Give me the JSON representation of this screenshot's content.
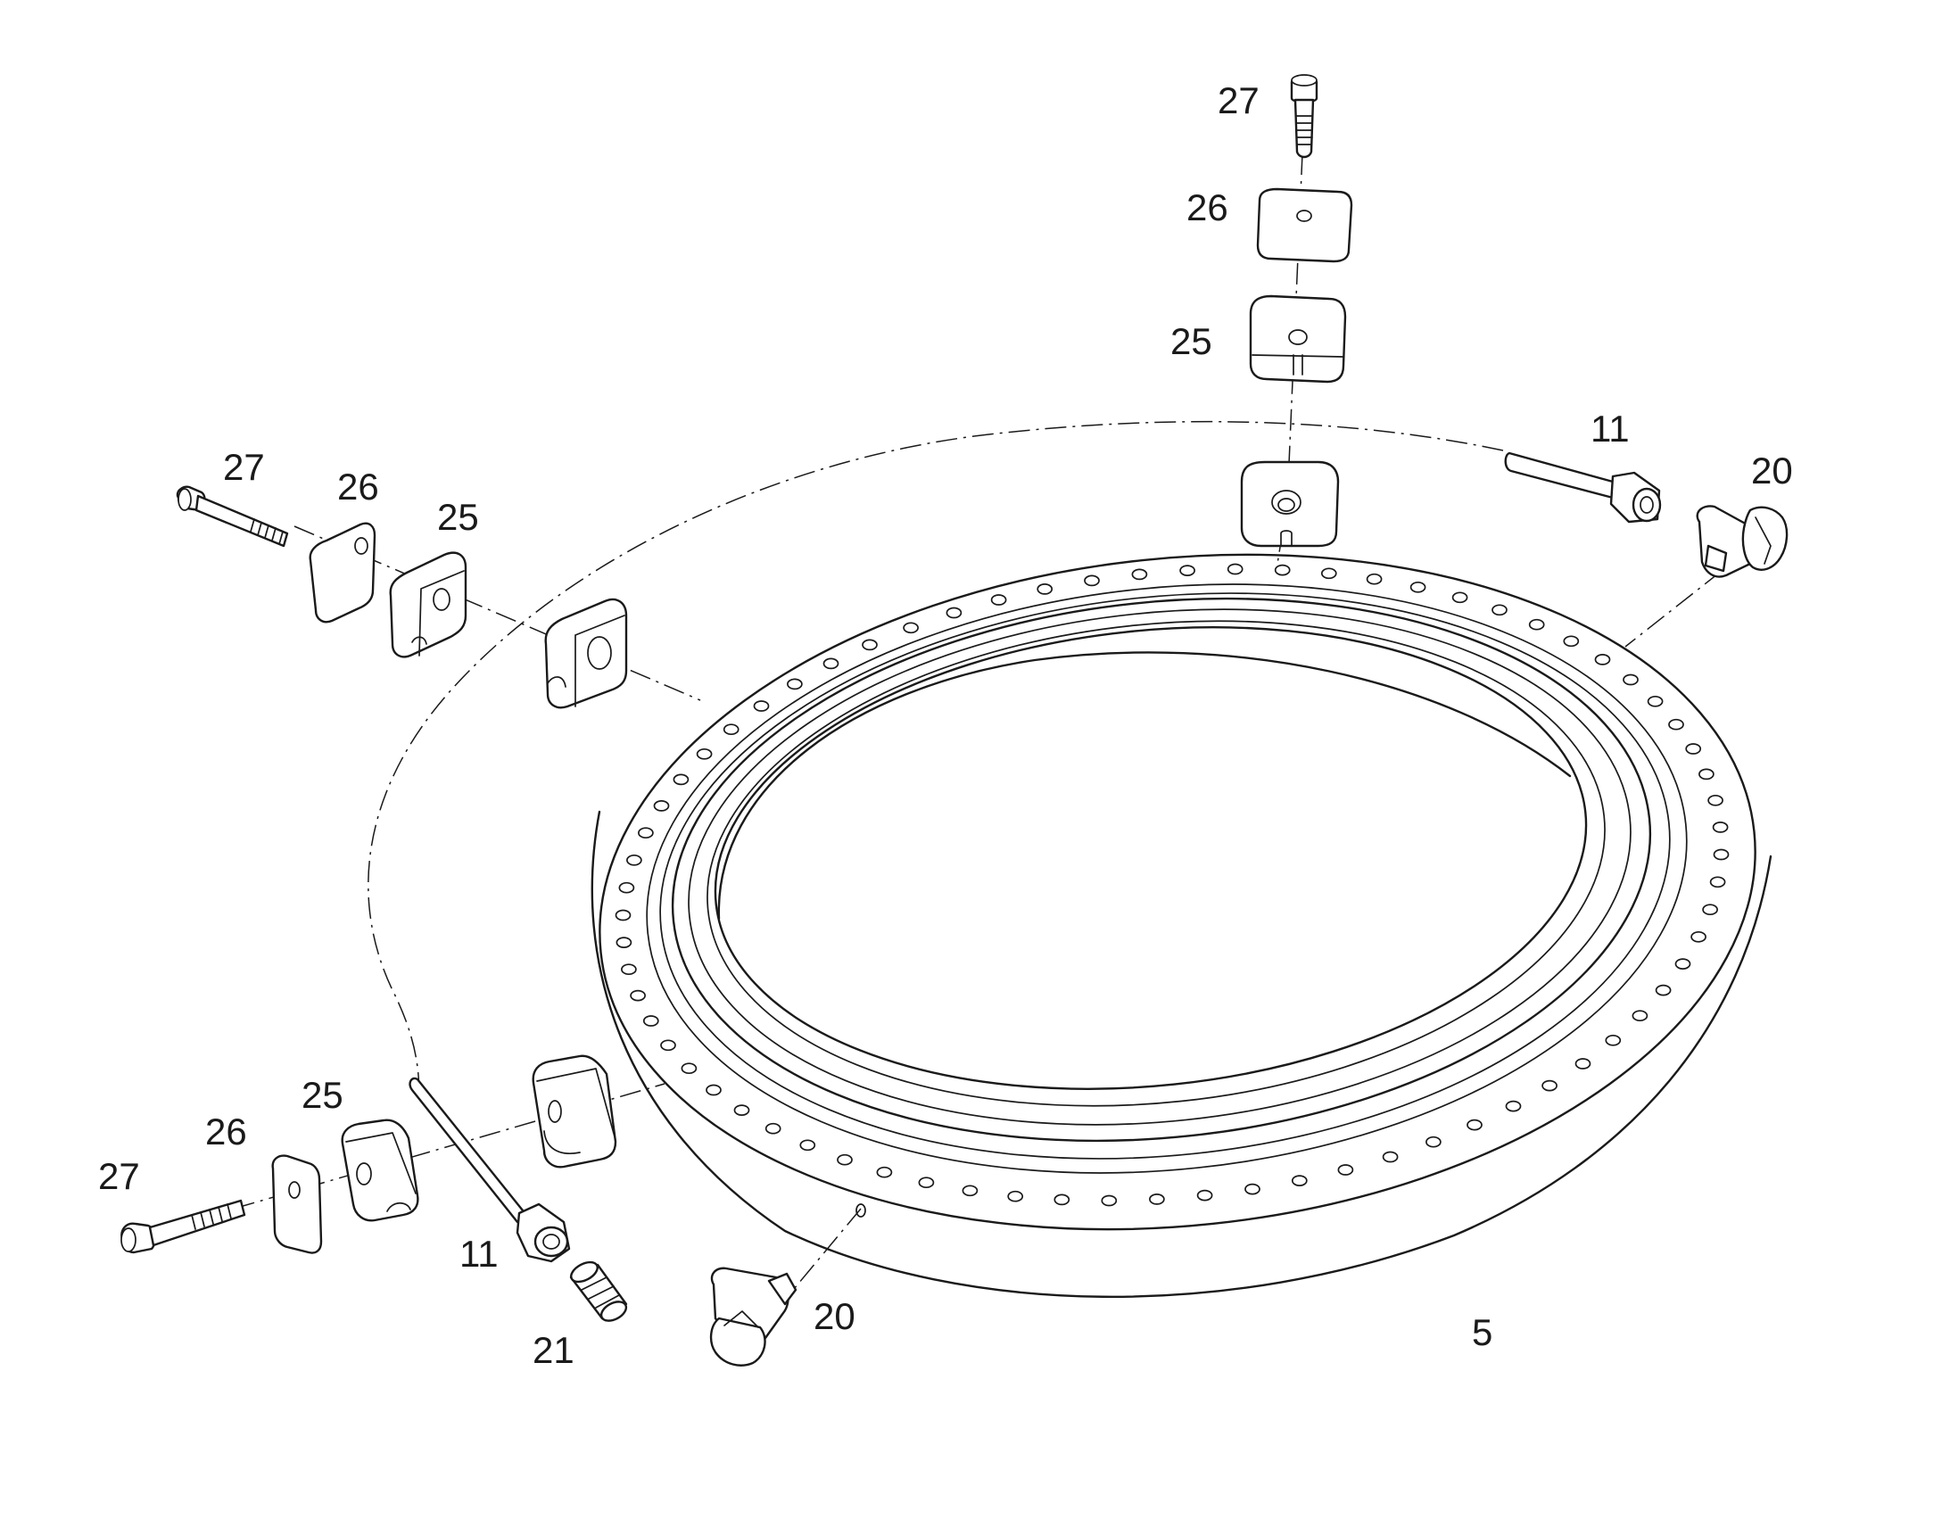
{
  "callouts": {
    "top_bolt": "27",
    "top_washer": "26",
    "top_block": "25",
    "right_tube": "11",
    "right_fitting": "20",
    "left_bolt": "27",
    "left_washer": "26",
    "left_block": "25",
    "lower_block": "25",
    "lower_washer": "26",
    "lower_bolt": "27",
    "lower_tube": "11",
    "lower_plug": "21",
    "lower_fitting": "20",
    "bearing": "5"
  },
  "colors": {
    "line": "#1a1a1a",
    "background": "#ffffff"
  }
}
